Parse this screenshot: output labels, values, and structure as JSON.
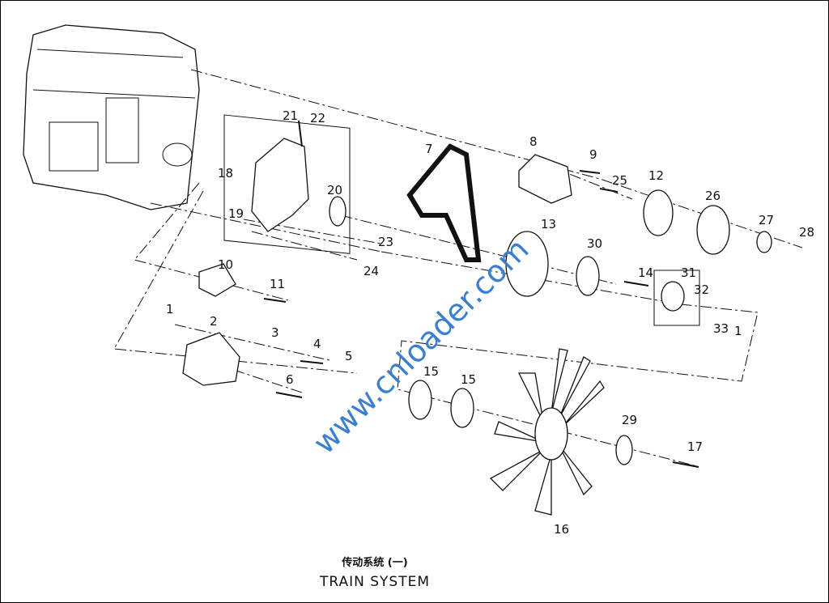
{
  "diagram": {
    "title_cn": "传动系统 (一)",
    "title_en": "TRAIN SYSTEM",
    "watermark": "www.cnloader.com",
    "callouts": [
      "21",
      "22",
      "18",
      "19",
      "20",
      "23",
      "24",
      "7",
      "8",
      "9",
      "25",
      "12",
      "26",
      "27",
      "28",
      "13",
      "30",
      "14",
      "31",
      "32",
      "33",
      "1",
      "10",
      "11",
      "1",
      "2",
      "3",
      "4",
      "5",
      "6",
      "15",
      "15",
      "29",
      "17",
      "16"
    ]
  }
}
